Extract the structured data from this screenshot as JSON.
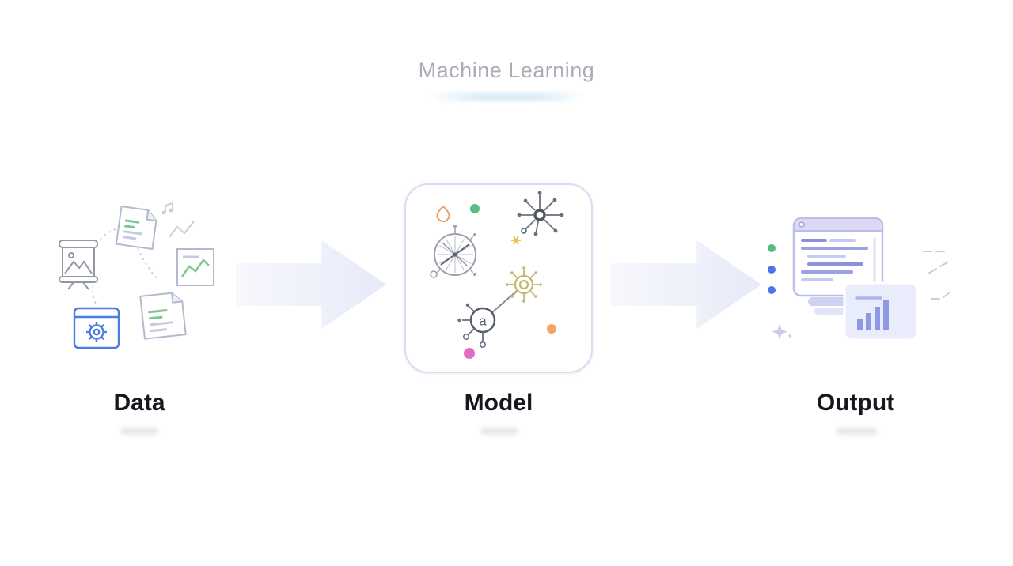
{
  "title": "Machine Learning",
  "stages": {
    "data": {
      "label": "Data",
      "icons": [
        "document-icon",
        "image-easel-icon",
        "chart-document-icon",
        "gear-window-icon",
        "notes-document-icon",
        "music-note-icon",
        "squiggle-line",
        "dashed-connectors"
      ]
    },
    "model": {
      "label": "Model",
      "node_letter": "a",
      "icons": [
        "neural-hub-icon",
        "compass-icon",
        "ring-node-icon",
        "labeled-node-icon",
        "flame-icon",
        "asterisk-icon",
        "green-dot",
        "pink-dot",
        "orange-dot"
      ]
    },
    "output": {
      "label": "Output",
      "icons": [
        "browser-window-icon",
        "bar-chart-icon",
        "bullet-dots",
        "dashed-marks",
        "sparkle-icon"
      ]
    }
  },
  "colors": {
    "title_text": "#a9adb5",
    "label_text": "#15181e",
    "arrow_fill": "#e7eaf8",
    "box_border": "#d8dcee",
    "green": "#57bd84",
    "blue": "#4f74e8",
    "pink": "#e06fc3",
    "orange": "#f2a469",
    "olive": "#c4b76b",
    "lavender_dark": "#8b92d9",
    "lavender_light": "#c6cbf0",
    "gray_stroke": "#9298a6",
    "doc_border": "#b3bacf"
  }
}
